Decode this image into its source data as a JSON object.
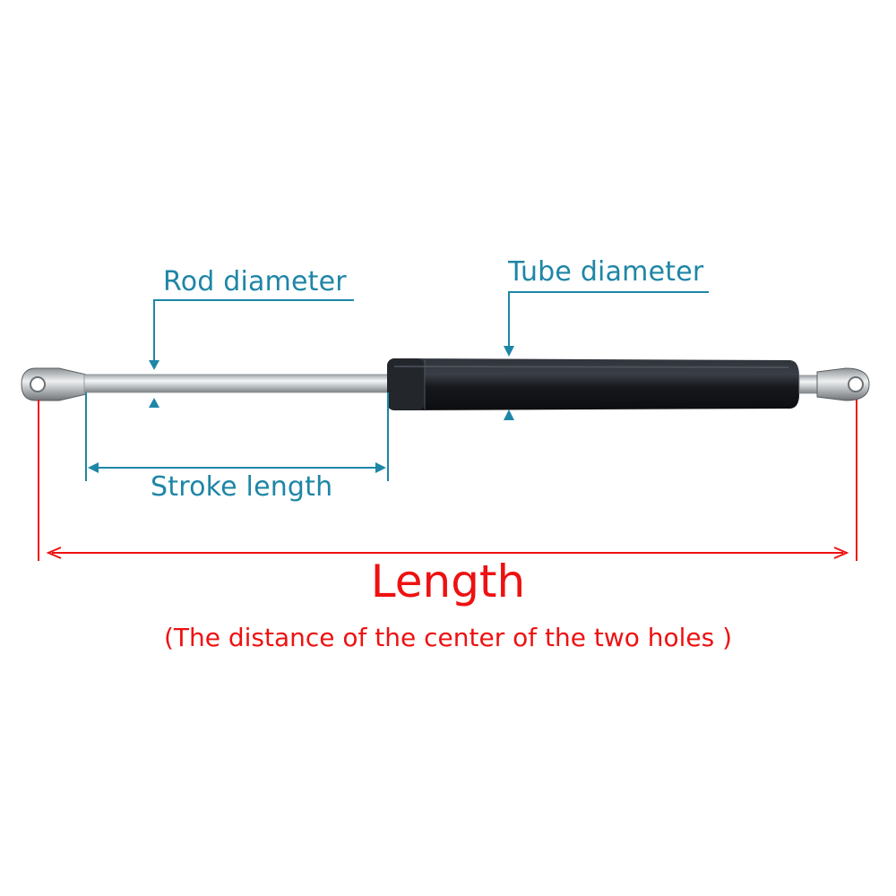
{
  "labels": {
    "rod_diameter": "Rod diameter",
    "tube_diameter": "Tube diameter",
    "stroke_length": "Stroke length",
    "length": "Length",
    "length_caption": "(The distance of the center of the two holes )"
  },
  "colors": {
    "annotation_blue": "#1e86a6",
    "length_red": "#ee1111",
    "tube_black": "#1b1d22",
    "rod_steel": "#c7cbce"
  }
}
